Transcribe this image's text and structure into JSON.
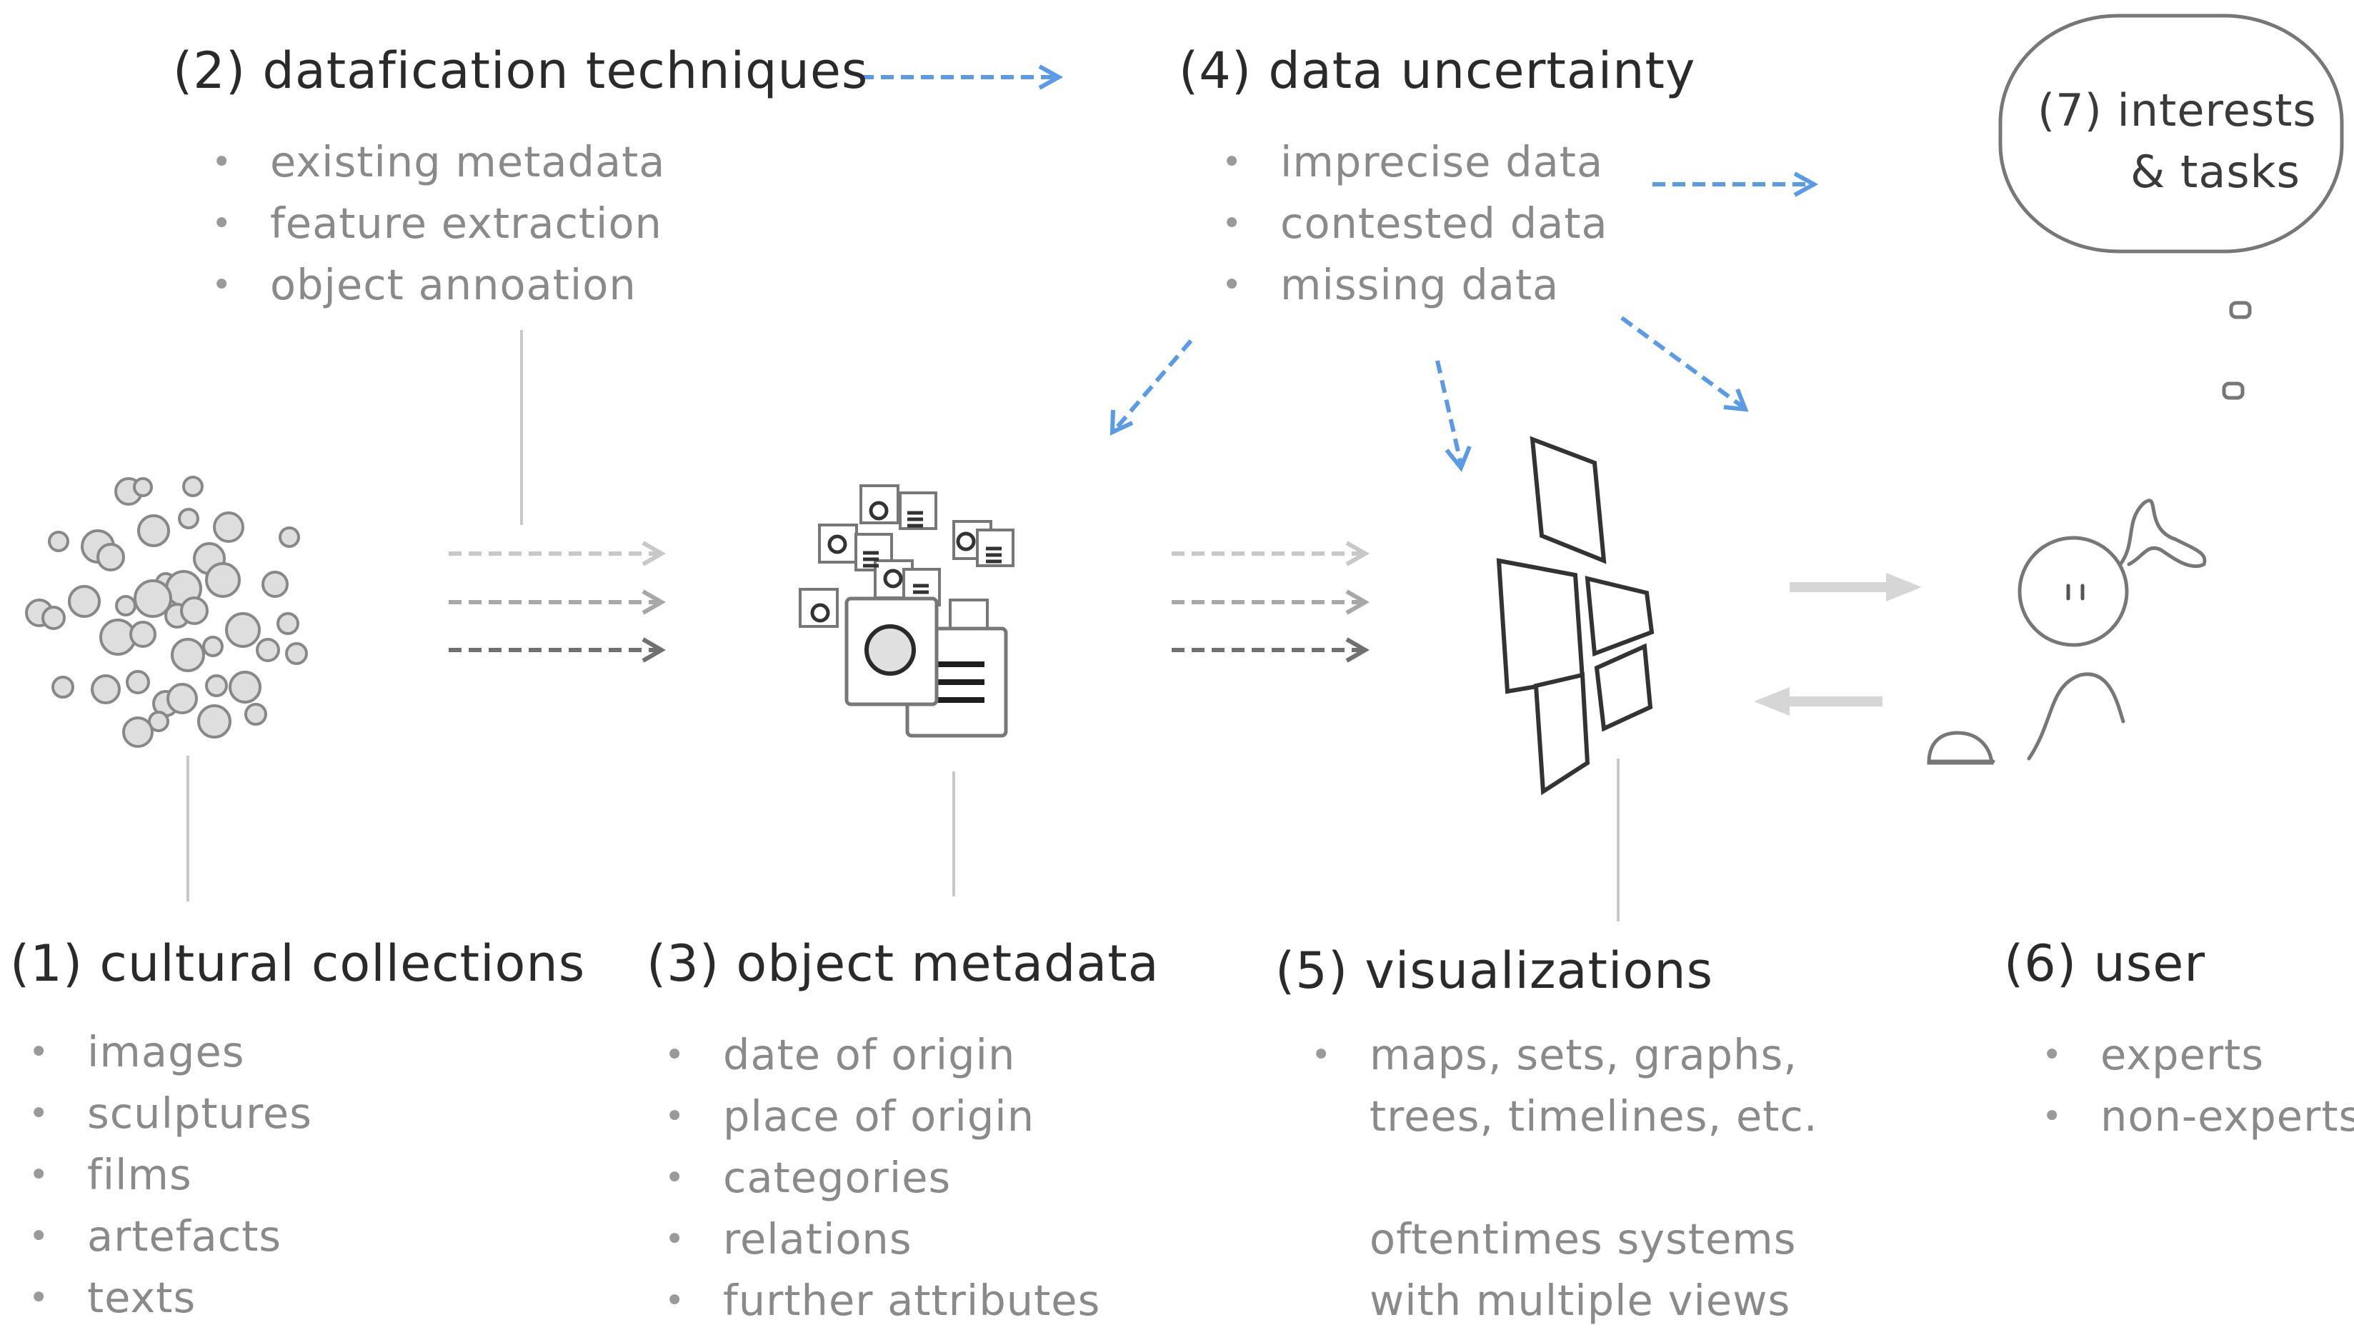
{
  "colors": {
    "accent_arrow": "#5b9be6",
    "line_grey": "#c8c8c8",
    "stroke_dark": "#444444",
    "heading": "#2a2a2a",
    "bullet_text": "#8a8a8a"
  },
  "datafication": {
    "heading": "(2) datafication techniques",
    "items": [
      "existing metadata",
      "feature extraction",
      "object annoation"
    ]
  },
  "uncertainty": {
    "heading": "(4) data uncertainty",
    "items": [
      "imprecise data",
      "contested data",
      "missing data"
    ]
  },
  "interests": {
    "line1": "(7)  interests",
    "line2": "& tasks"
  },
  "collections": {
    "heading": "(1) cultural collections",
    "items": [
      "images",
      "sculptures",
      "films",
      "artefacts",
      "texts"
    ]
  },
  "metadata": {
    "heading": "(3) object metadata",
    "items": [
      "date of origin",
      "place of origin",
      "categories",
      "relations",
      "further attributes"
    ]
  },
  "visualizations": {
    "heading": "(5)  visualizations",
    "items": [
      "maps, sets, graphs,",
      "trees, timelines, etc."
    ],
    "note": [
      "oftentimes systems",
      "with multiple views"
    ]
  },
  "user": {
    "heading": "(6) user",
    "items": [
      "experts",
      "non-experts"
    ]
  },
  "icons": [
    "circles-cluster-icon",
    "metadata-cards-icon",
    "visualization-panels-icon",
    "user-figure-icon",
    "thought-bubble-icon"
  ]
}
